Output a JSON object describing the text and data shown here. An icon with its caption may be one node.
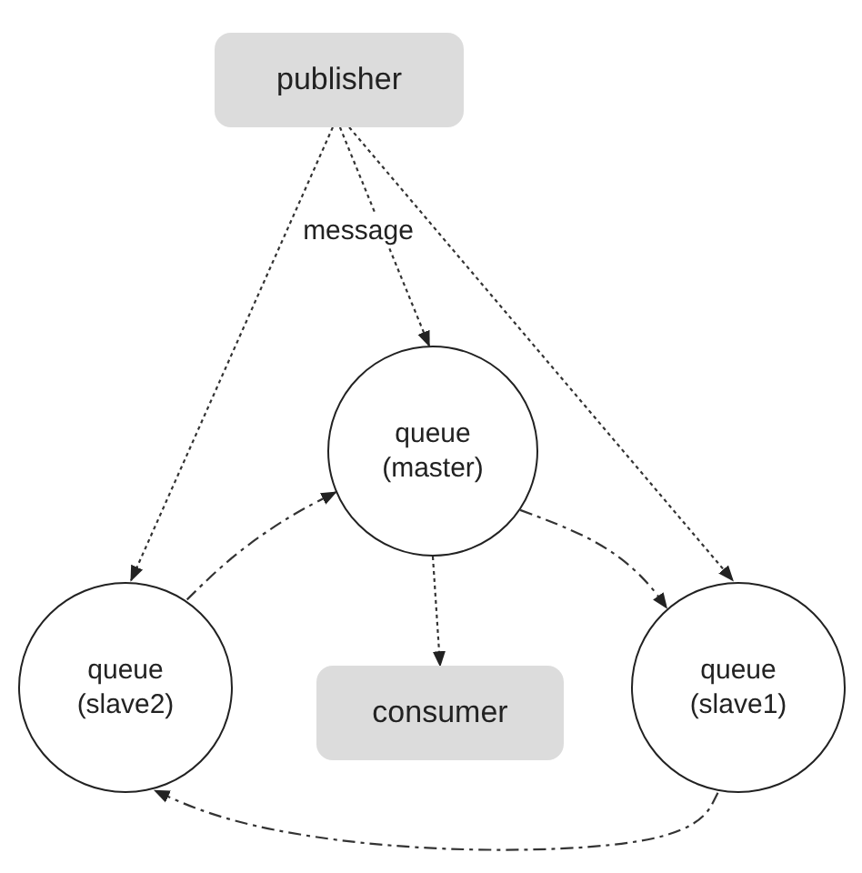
{
  "diagram": {
    "nodes": [
      {
        "text": [
          "publisher"
        ]
      },
      {
        "text": [
          "queue (master)"
        ]
      },
      {
        "text": [
          "queue (slave2)"
        ]
      },
      {
        "text": [
          "consumer"
        ]
      },
      {
        "text": [
          "queue (slave1)"
        ]
      }
    ],
    "edges": [
      {
        "from": 0,
        "to": 2,
        "arrow": "to"
      },
      {
        "from": 0,
        "to": 1,
        "arrow": "to",
        "label": "message"
      },
      {
        "from": 0,
        "to": 4,
        "arrow": "to"
      },
      {
        "from": 2,
        "to": 1,
        "arrow": "to",
        "style": "dashed"
      },
      {
        "from": 1,
        "to": 4,
        "arrow": "to",
        "style": "dashed"
      },
      {
        "from": 1,
        "to": 3,
        "arrow": "to"
      },
      {
        "from": 4,
        "to": 2,
        "arrow": "to",
        "style": "dashed"
      }
    ]
  }
}
